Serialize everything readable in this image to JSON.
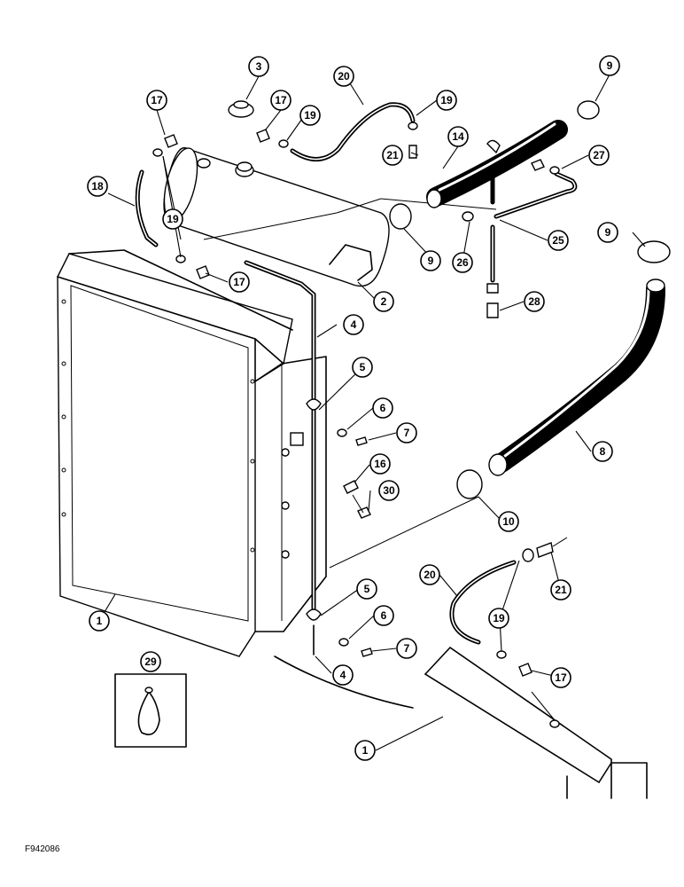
{
  "figure_code": "F942086",
  "callouts": [
    "1",
    "1",
    "2",
    "3",
    "4",
    "4",
    "5",
    "5",
    "6",
    "6",
    "7",
    "7",
    "8",
    "9",
    "9",
    "9",
    "10",
    "14",
    "16",
    "17",
    "17",
    "17",
    "17",
    "18",
    "19",
    "19",
    "19",
    "19",
    "20",
    "20",
    "21",
    "21",
    "25",
    "26",
    "27",
    "28",
    "29",
    "30"
  ]
}
